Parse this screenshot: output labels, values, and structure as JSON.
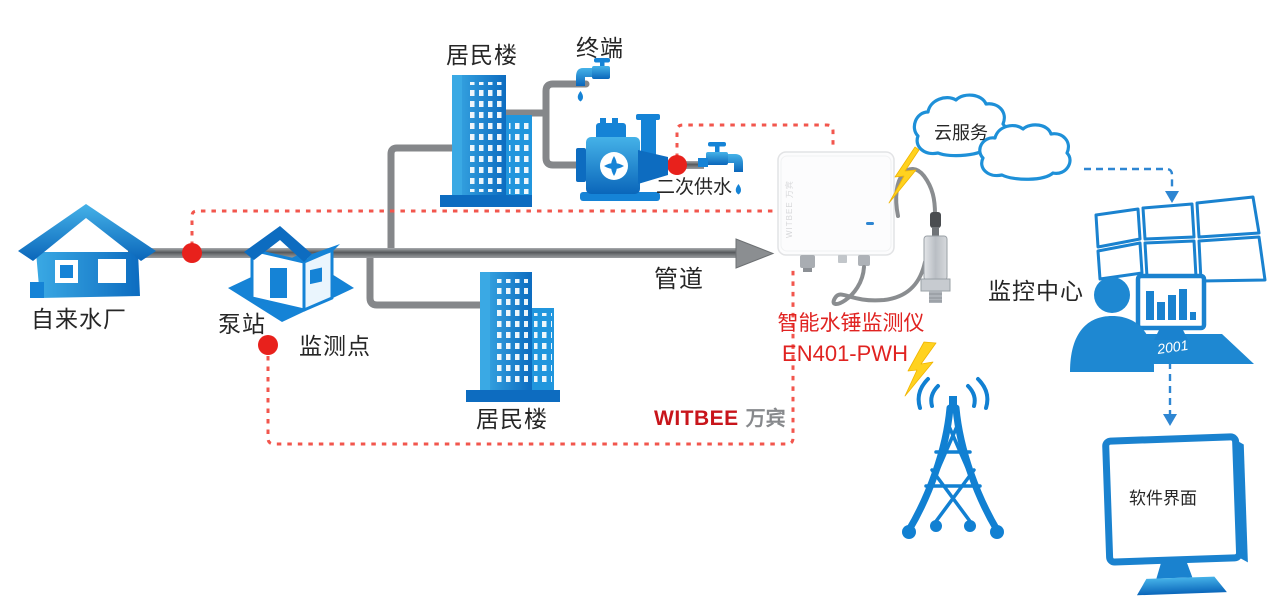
{
  "diagram": {
    "nodes": {
      "water_plant": "自来水厂",
      "pump_station": "泵站",
      "monitor_point": "监测点",
      "residential_top": "居民楼",
      "terminal": "终端",
      "secondary_supply": "二次供水",
      "pipeline": "管道",
      "residential_bottom": "居民楼",
      "cloud_service": "云服务",
      "monitor_center": "监控中心",
      "software_ui": "软件界面"
    },
    "device": {
      "name": "智能水锤监测仪",
      "model": "EN401-PWH",
      "side_text": "WITBEE 万宾",
      "desk_script": "2001"
    },
    "brand": {
      "en": "WITBEE",
      "cn": "万宾"
    },
    "colors": {
      "icon_blue": "#1583d6",
      "icon_blue_dark": "#0d6cc0",
      "icon_blue_light": "#3aa9e4",
      "pipe_gray": "#6d7073",
      "line_gray": "#85878a",
      "red_dot": "#e8211c",
      "red_dash": "#f2564d",
      "red_text": "#e02321",
      "brand_red": "#c8151b",
      "brand_gray": "#87898c",
      "blue_dash": "#2e86d2",
      "lightning_yellow": "#ffd21f",
      "device_body": "#fcfcfd"
    }
  }
}
